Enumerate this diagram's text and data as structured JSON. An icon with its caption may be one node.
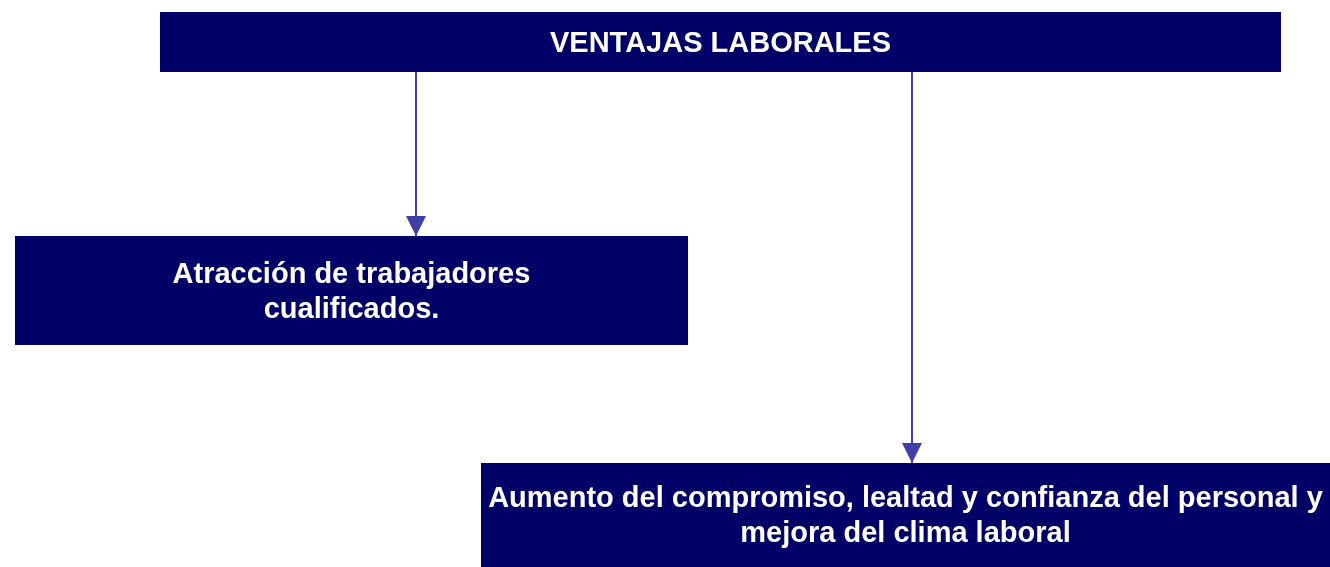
{
  "diagram": {
    "nodes": [
      {
        "text": [
          "VENTAJAS LABORALES"
        ]
      },
      {
        "text": [
          "Atracción de trabajadores cualificados."
        ]
      },
      {
        "text": [
          "Aumento del compromiso, lealtad y confianza del personal y mejora del clima laboral"
        ]
      }
    ],
    "edges": [
      {
        "from": 0,
        "to": 1,
        "arrow": "to"
      },
      {
        "from": 0,
        "to": 2,
        "arrow": "to"
      }
    ]
  }
}
